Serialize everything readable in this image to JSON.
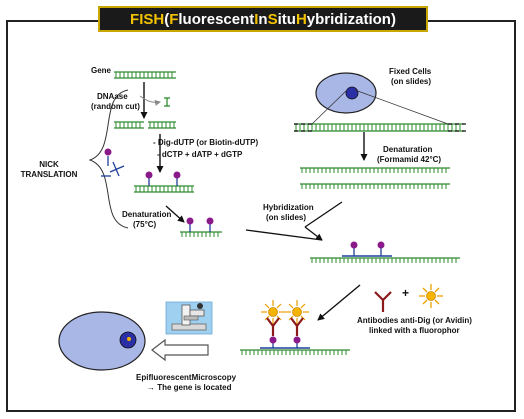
{
  "title": {
    "parts": [
      {
        "text": "FISH",
        "accent": true
      },
      {
        "text": "  (",
        "accent": false
      },
      {
        "text": "F",
        "accent": true
      },
      {
        "text": "luorescent ",
        "accent": false
      },
      {
        "text": "I",
        "accent": true
      },
      {
        "text": "n ",
        "accent": false
      },
      {
        "text": "S",
        "accent": true
      },
      {
        "text": "itu ",
        "accent": false
      },
      {
        "text": "H",
        "accent": true
      },
      {
        "text": "ybridization)",
        "accent": false
      }
    ]
  },
  "labels": {
    "gene": "Gene",
    "dnaase_line1": "DNAase",
    "dnaase_line2": "(random cut)",
    "dig_dutp": "- Dig-dUTP (or Biotin-dUTP)",
    "dctp": "- dCTP + dATP + dGTP",
    "nick_line1": "NICK",
    "nick_line2": "TRANSLATION",
    "denat1_line1": "Denaturation",
    "denat1_line2": "(75°C)",
    "fixed_line1": "Fixed Cells",
    "fixed_line2": "(on slides)",
    "denat2_line1": "Denaturation",
    "denat2_line2": "(Formamid 42°C)",
    "hyb_line1": "Hybridization",
    "hyb_line2": "(on slides)",
    "plus": "+",
    "antibody_line1": "Antibodies anti-Dig (or Avidin)",
    "antibody_line2": "linked with a fluorophor",
    "micro_line1": "EpifluorescentMicroscopy",
    "micro_line2": "→ The gene is located"
  },
  "colors": {
    "title_bg": "#1a1a1a",
    "title_accent": "#f2c200",
    "dna_strand": "#2e8b2e",
    "probe_strand": "#1f3f9a",
    "dig_head": "#8a1a8a",
    "antibody": "#8b1a1a",
    "fluorophore": "#f0a000",
    "cell": "#a9b7e6",
    "nucleus": "#2b2fa6"
  },
  "icons": [
    "microscope-icon",
    "arrow-left-icon",
    "enzyme-icon"
  ]
}
